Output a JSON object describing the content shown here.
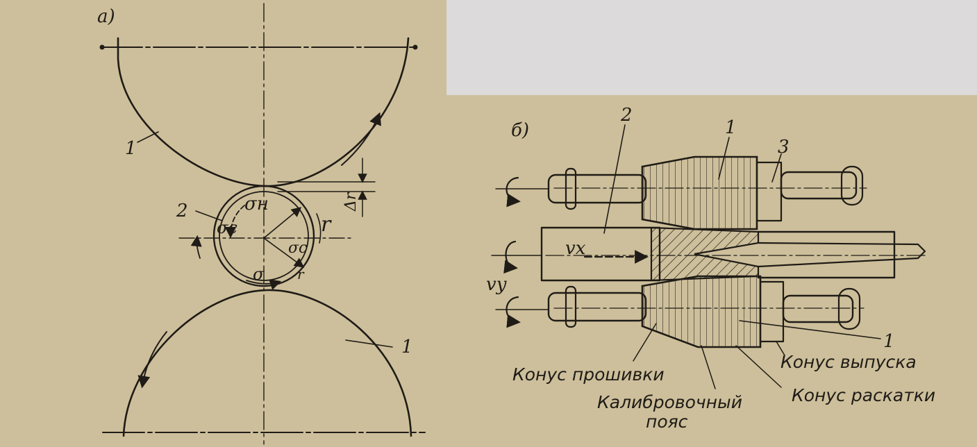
{
  "colors": {
    "paper": "#cdbf9b",
    "ink": "#1f1b16",
    "blank_area": "#dcdadb"
  },
  "part_a": {
    "title": "а)",
    "labels": {
      "roll_top": "1",
      "roll_bottom": "1",
      "billet": "2",
      "radius": "r",
      "radius_lower": "r",
      "delta_r": "Δr",
      "sigma_n": "σн",
      "sigma_c_left": "σc",
      "sigma_c_right": "σc",
      "sigma_bottom": "σ"
    }
  },
  "part_b": {
    "title": "б)",
    "labels": {
      "roll_top": "1",
      "roll_bottom": "1",
      "billet": "2",
      "guide": "3",
      "vx": "vx",
      "vy": "vy",
      "cone_piercing": "Конус прошивки",
      "sizing_belt_1": "Калибровочный",
      "sizing_belt_2": "пояс",
      "cone_rolling": "Конус раскатки",
      "cone_exit": "Конус выпуска"
    }
  }
}
